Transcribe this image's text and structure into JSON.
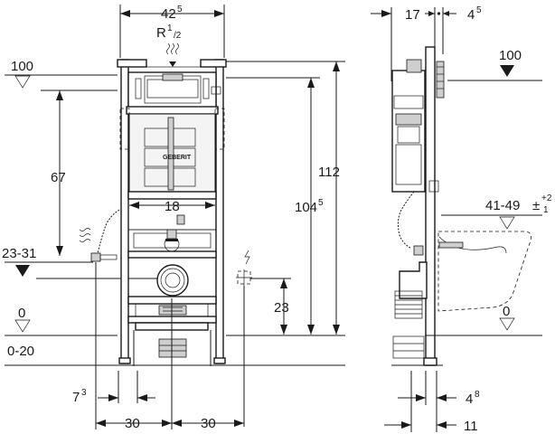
{
  "front_view": {
    "top_width": {
      "main": "42",
      "sup": "5"
    },
    "water_inlet": {
      "main": "R",
      "sup": "1",
      "sub": "/2"
    },
    "level_100": "100",
    "height_67": "67",
    "height_104": {
      "main": "104",
      "sup": "5"
    },
    "height_112": "112",
    "level_23_31": "23-31",
    "dim_18": "18",
    "height_23": "23",
    "level_0": "0",
    "level_0_20": "0-20",
    "offset_7": {
      "main": "7",
      "sup": "3"
    },
    "half_left": "30",
    "half_right": "30",
    "brand": "GEBERIT"
  },
  "side_view": {
    "depth_17": "17",
    "depth_4": {
      "main": "4",
      "sup": "5"
    },
    "level_100": "100",
    "seat_height": {
      "main": "41-49",
      "tol_plus": "+2",
      "tol_minus": "1",
      "tol_sign": "±"
    },
    "level_0": "0",
    "depth_4_8": {
      "main": "4",
      "sup": "8"
    },
    "depth_11": "11"
  }
}
